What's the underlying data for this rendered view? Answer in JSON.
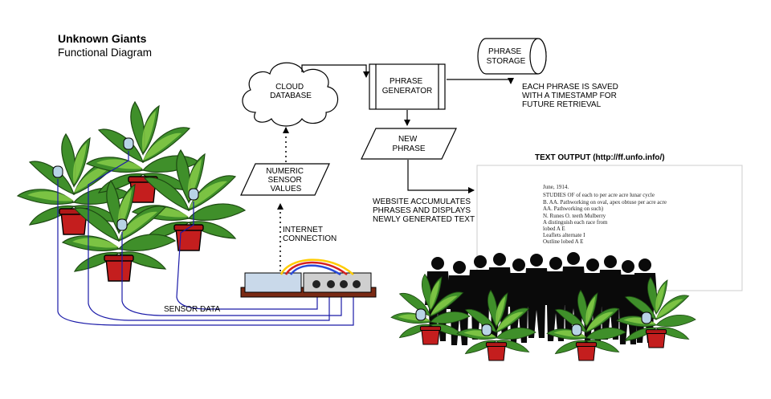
{
  "header": {
    "title": "Unknown Giants",
    "subtitle": "Functional Diagram"
  },
  "nodes": {
    "cloud": [
      "CLOUD",
      "DATABASE"
    ],
    "generator": [
      "PHRASE",
      "GENERATOR"
    ],
    "storage": [
      "PHRASE",
      "STORAGE"
    ],
    "storage_note": [
      "EACH PHRASE IS SAVED",
      "WITH A TIMESTAMP FOR",
      "FUTURE RETRIEVAL"
    ],
    "new_phrase": [
      "NEW",
      "PHRASE"
    ],
    "sensor_values": [
      "NUMERIC",
      "SENSOR",
      "VALUES"
    ],
    "internet": [
      "INTERNET",
      "CONNECTION"
    ],
    "sensor_data": "SENSOR DATA",
    "website_note": [
      "WEBSITE ACCUMULATES",
      "PHRASES AND DISPLAYS",
      "NEWLY GENERATED TEXT"
    ]
  },
  "text_output": {
    "heading": "TEXT OUTPUT (http://ff.unfo.info/)",
    "lines": [
      "June, 1914.",
      "STUDIES OF  of each to   per acre acre   lunar cycle",
      "B. AA. Pathworking on  oval, apex obtuse     per acre acre",
      "AA. Pathworking on such)",
      "N. Runes O.  teeth                                      Mulberry",
      "  A distinguish each race from",
      "  lobed                         A E",
      "Leaflets alternate                    I",
      "Outline lobed                       A E"
    ]
  },
  "colors": {
    "line": "#000000",
    "wire": "#1a1aa8",
    "leaf": "#3f8f2a",
    "leaf_light": "#8bcf4a",
    "pot": "#c41e1e",
    "sensor": "#b8d4e6",
    "board": "#7a2a14"
  }
}
